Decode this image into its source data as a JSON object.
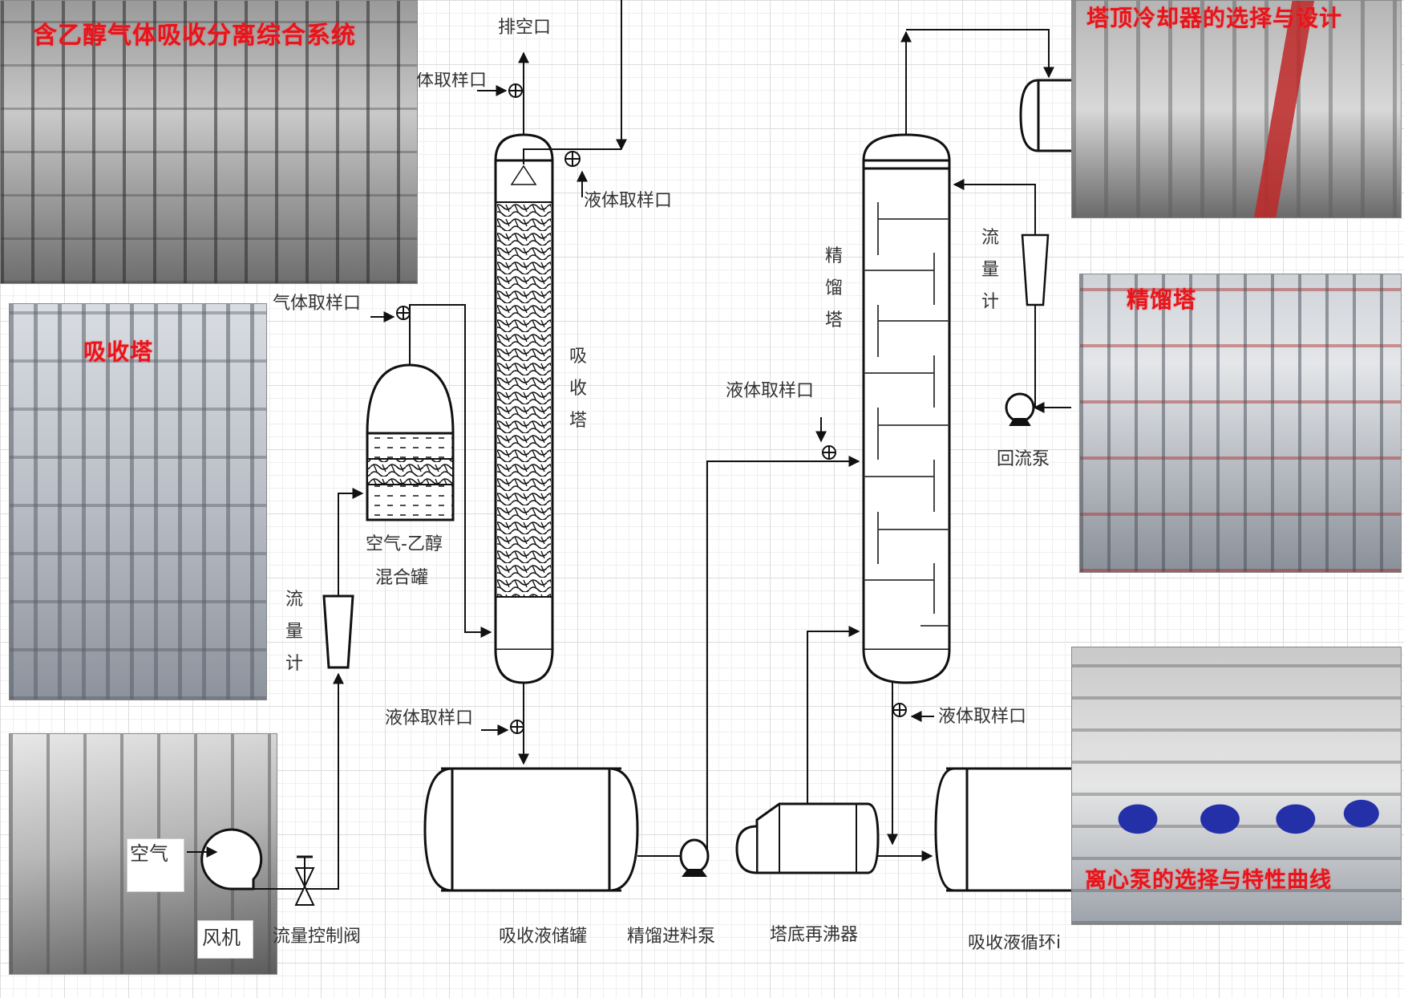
{
  "title": "含乙醇气体吸收分离综合系统",
  "photos": {
    "system": {
      "caption": "含乙醇气体吸收分离综合系统"
    },
    "absorber": {
      "caption": "吸收塔"
    },
    "fan_area": {
      "caption": ""
    },
    "condenser": {
      "caption": "塔顶冷却器的选择与设计"
    },
    "distillation": {
      "caption": "精馏塔"
    },
    "pump": {
      "caption": "离心泵的选择与特性曲线"
    }
  },
  "labels": {
    "vent": "排空口",
    "gas_sample_top": "气体取样口",
    "liquid_sample_top": "液体取样口",
    "gas_sample_mixer": "气体取样口",
    "absorber_tower": "吸收塔",
    "mixer_tank_line1": "空气-乙醇",
    "mixer_tank_line2": "混合罐",
    "flowmeter_left": "流量计",
    "flowmeter_right": "流量计",
    "distillation_tower": "精馏塔",
    "liquid_sample_distill_feed": "液体取样口",
    "reflux_pump": "回流泵",
    "liquid_sample_absorber_bottom": "液体取样口",
    "liquid_sample_distill_bottom": "液体取样口",
    "air": "空气",
    "fan": "风机",
    "flow_control_valve": "流量控制阀",
    "absorbent_storage_tank": "吸收液储罐",
    "distill_feed_pump": "精馏进料泵",
    "reboiler": "塔底再沸器",
    "absorbent_circulation_tank": "吸收液循环i"
  },
  "colors": {
    "line": "#111111",
    "caption_red": "#e8141b",
    "grid": "#dcdcdc"
  }
}
